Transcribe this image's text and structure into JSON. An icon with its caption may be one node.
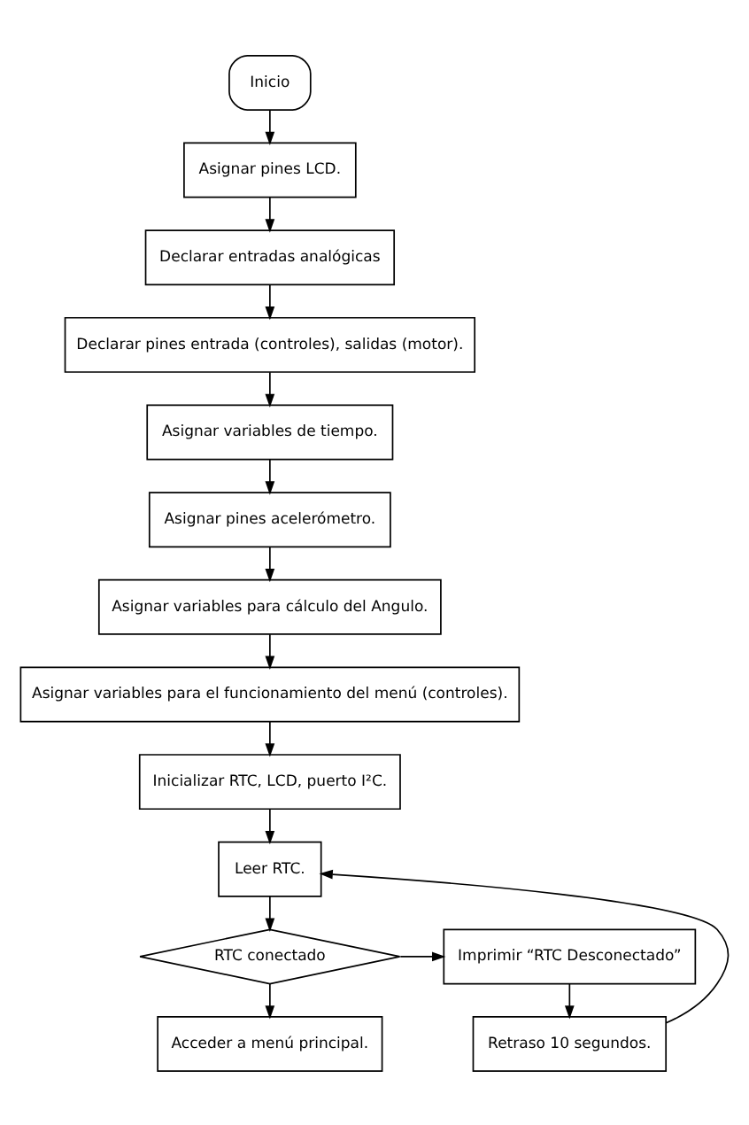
{
  "diagram": {
    "nodes": [
      {
        "text": [
          "Inicio"
        ]
      },
      {
        "text": [
          "Asignar pines LCD."
        ]
      },
      {
        "text": [
          "Declarar entradas analógicas"
        ]
      },
      {
        "text": [
          "Declarar pines entrada (controles), salidas (motor)."
        ]
      },
      {
        "text": [
          "Asignar variables de tiempo."
        ]
      },
      {
        "text": [
          "Asignar pines acelerómetro."
        ]
      },
      {
        "text": [
          "Asignar variables para cálculo del Angulo."
        ]
      },
      {
        "text": [
          "Asignar variables para el funcionamiento del menú (controles)."
        ]
      },
      {
        "text": [
          "Inicializar RTC, LCD, puerto I²C."
        ]
      },
      {
        "text": [
          "Leer RTC."
        ]
      },
      {
        "text": [
          "RTC conectado"
        ]
      },
      {
        "text": [
          "Imprimir “RTC Desconectado”"
        ]
      },
      {
        "text": [
          "Acceder a menú principal."
        ]
      },
      {
        "text": [
          "Retraso 10 segundos."
        ]
      }
    ],
    "edges": [
      {
        "from": 0,
        "to": 1,
        "arrow": "to"
      },
      {
        "from": 1,
        "to": 2,
        "arrow": "to"
      },
      {
        "from": 2,
        "to": 3,
        "arrow": "to"
      },
      {
        "from": 3,
        "to": 4,
        "arrow": "to"
      },
      {
        "from": 4,
        "to": 5,
        "arrow": "to"
      },
      {
        "from": 5,
        "to": 6,
        "arrow": "to"
      },
      {
        "from": 6,
        "to": 7,
        "arrow": "to"
      },
      {
        "from": 7,
        "to": 8,
        "arrow": "to"
      },
      {
        "from": 8,
        "to": 9,
        "arrow": "to"
      },
      {
        "from": 9,
        "to": 10,
        "arrow": "to"
      },
      {
        "from": 10,
        "to": 11,
        "arrow": "to"
      },
      {
        "from": 10,
        "to": 12,
        "arrow": "to"
      },
      {
        "from": 11,
        "to": 13,
        "arrow": "to"
      },
      {
        "from": 13,
        "to": 9,
        "arrow": "to"
      }
    ]
  }
}
